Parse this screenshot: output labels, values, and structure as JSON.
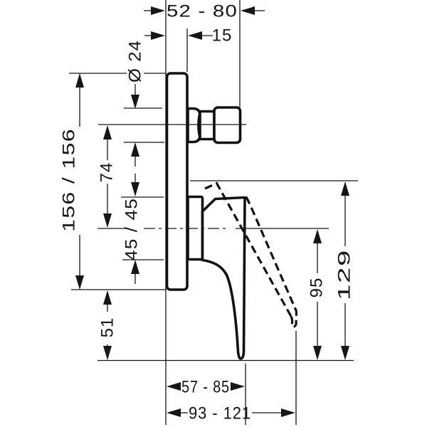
{
  "drawing": {
    "type": "technical-dimension-drawing",
    "subject": "concealed single-lever bath mixer, side view",
    "units": "mm",
    "line_color": "#161616",
    "background": "#ffffff",
    "labels": {
      "top_span": "52 - 80",
      "plate_offset": "15",
      "spindle_diameter": "Ø 24",
      "plate_size": "156 / 156",
      "spindle_to_valve": "74",
      "valve_span": "45 / 45",
      "below_plate": "51",
      "lever_height": "95",
      "overall_height": "129",
      "lever_depth_span": "57 - 85",
      "overall_depth_span": "93 - 121"
    }
  }
}
